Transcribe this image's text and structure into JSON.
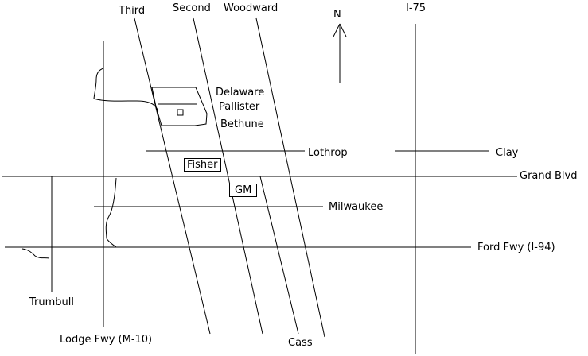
{
  "map": {
    "streets": {
      "third": "Third",
      "second": "Second",
      "woodward": "Woodward",
      "i75": "I-75",
      "delaware": "Delaware",
      "pallister": "Pallister",
      "bethune": "Bethune",
      "lothrop": "Lothrop",
      "clay": "Clay",
      "grand_blvd": "Grand Blvd",
      "milwaukee": "Milwaukee",
      "ford_fwy": "Ford Fwy (I-94)",
      "trumbull": "Trumbull",
      "lodge_fwy": "Lodge Fwy (M-10)",
      "cass": "Cass"
    },
    "buildings": {
      "fisher": "Fisher",
      "gm": "GM"
    },
    "compass": {
      "north": "N"
    }
  }
}
